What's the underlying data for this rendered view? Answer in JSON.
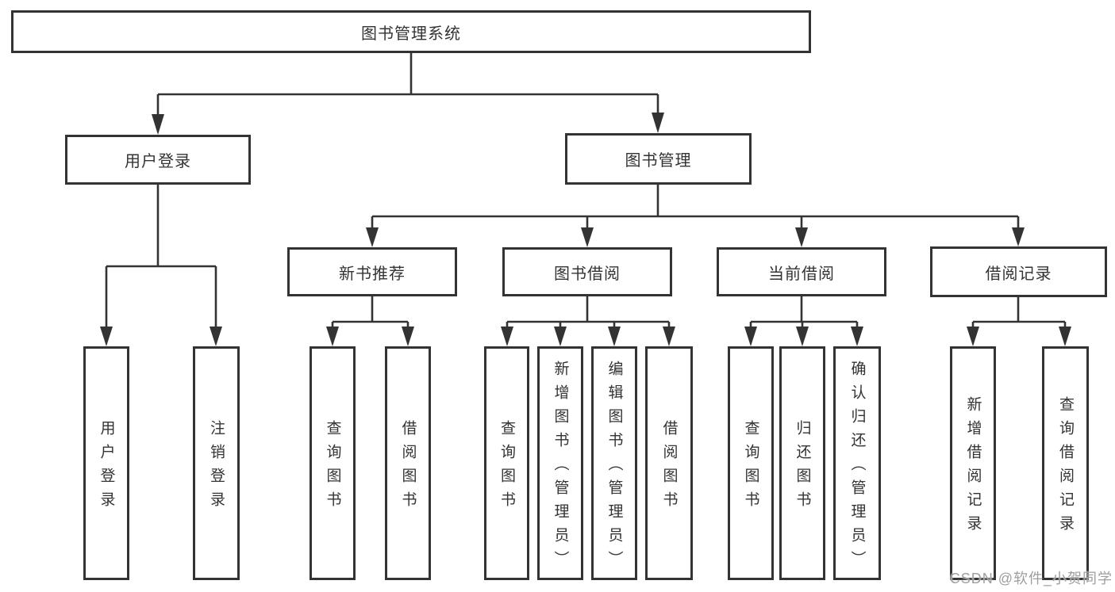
{
  "diagram": {
    "root": {
      "label": "图书管理系统"
    },
    "level2": {
      "user_login": "用户登录",
      "book_management": "图书管理"
    },
    "level3": {
      "new_book_recommend": "新书推荐",
      "book_borrow": "图书借阅",
      "current_borrow": "当前借阅",
      "borrow_records": "借阅记录"
    },
    "leaves": {
      "user_login": "用户登录",
      "logout": "注销登录",
      "recommend_query_books": "查询图书",
      "recommend_borrow_books": "借阅图书",
      "borrow_query_books": "查询图书",
      "borrow_add_books_admin": "新增图书（管理员）",
      "borrow_edit_books_admin": "编辑图书（管理员）",
      "borrow_borrow_books": "借阅图书",
      "current_query_books": "查询图书",
      "current_return_books": "归还图书",
      "current_confirm_return_admin": "确认归还（管理员）",
      "records_add_record": "新增借阅记录",
      "records_query_record": "查询借阅记录"
    },
    "colors": {
      "line": "#333333",
      "box_border": "#333333",
      "box_fill": "#ffffff",
      "text": "#333333",
      "watermark": "#9e9e9e",
      "background": "#ffffff"
    },
    "watermark": "CSDN @软件_小贺同学"
  }
}
